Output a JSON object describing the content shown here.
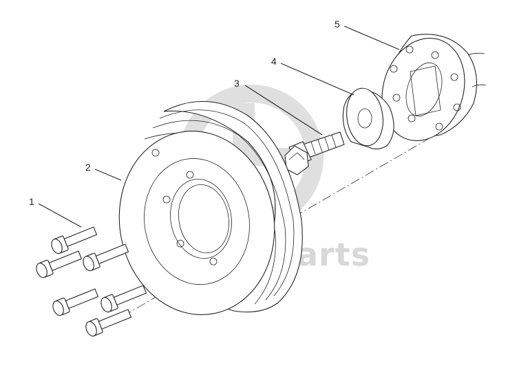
{
  "diagram": {
    "callouts": [
      {
        "id": "1",
        "label": "1"
      },
      {
        "id": "2",
        "label": "2"
      },
      {
        "id": "3",
        "label": "3"
      },
      {
        "id": "4",
        "label": "4"
      },
      {
        "id": "5",
        "label": "5"
      }
    ],
    "watermark": {
      "text": "data-parts"
    },
    "colors": {
      "line": "#222222",
      "watermark": "#d4d4d4",
      "background": "#ffffff"
    }
  }
}
